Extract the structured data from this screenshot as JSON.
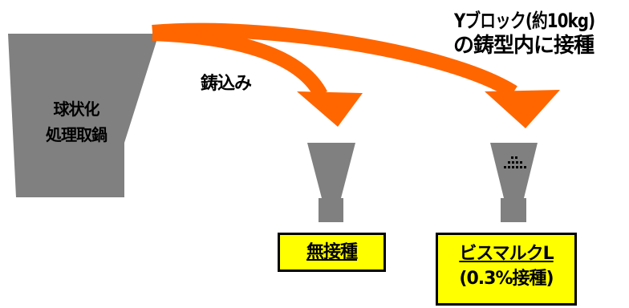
{
  "ladle_label_line1": "球状化",
  "ladle_label_line2": "処理取鍋",
  "pour_label": "鋳込み",
  "yblock_label_line1": "Yブロック(約10kg)",
  "yblock_label_line2": "の鋳型内に接種",
  "box_left_label": "無接種",
  "box_right_line1": "ビスマルクL",
  "box_right_line2": "(0.3%接種)",
  "colors": {
    "arrow": "#ff6600",
    "ladle": "#808080",
    "mold": "#808080",
    "box_fill": "#ffff00"
  }
}
